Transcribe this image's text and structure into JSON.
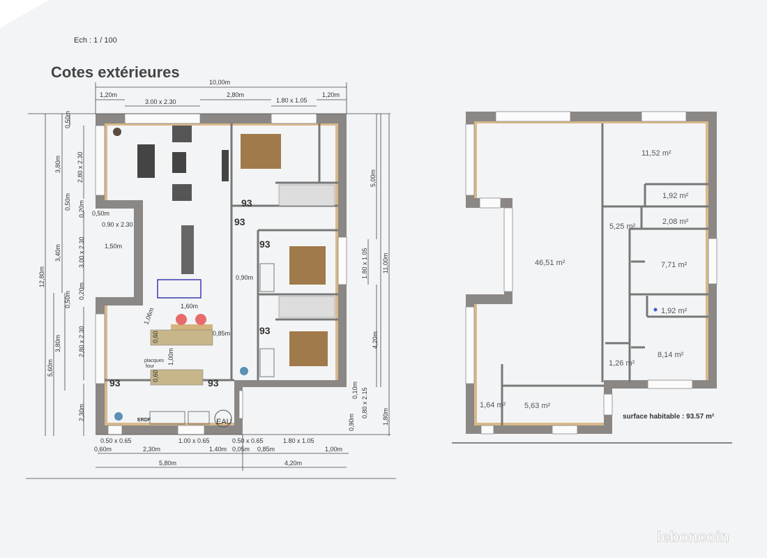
{
  "header": {
    "scale": "Ech : 1 / 100",
    "title": "Cotes extérieures"
  },
  "plan_left": {
    "top_dims": [
      "10,00m",
      "1,20m",
      "3.00 x 2.30",
      "2,80m",
      "1.80 x 1.05",
      "1,20m"
    ],
    "left_dims": [
      "0,50m",
      "3,80m",
      "2,80 x 2.30",
      "0,50m",
      "0,20m",
      "3,40m",
      "3.00 x 2.30",
      "0,20m",
      "0,50m",
      "12,80m",
      "5,60m",
      "3,80m",
      "2,80 x 2.30",
      "2,30m"
    ],
    "right_dims": [
      "5,00m",
      "1.80 x 1.05",
      "11,00m",
      "4,20m",
      "0,10m",
      "0,80 x 2.15",
      "0,90m",
      "1,80m"
    ],
    "bottom_dims": [
      "0.50 x 0.65",
      "0,60m",
      "2,30m",
      "1.00 x 0.65",
      "1.40m",
      "0.50 x 0.65",
      "0,05m",
      "0,85m",
      "1.80 x 1.05",
      "1,00m",
      "5,80m",
      "4,20m"
    ],
    "interior_dims": [
      "0,50m",
      "0.90 x 2.30",
      "1,50m",
      "1,06m",
      "1,60m",
      "0,60",
      "0,85m",
      "1,00m",
      "0,60",
      "0,90m"
    ],
    "markers": [
      "93",
      "93",
      "93",
      "93",
      "93",
      "93"
    ],
    "labels": [
      "placques",
      "four",
      "ERDF",
      "EAU"
    ]
  },
  "plan_right": {
    "rooms": [
      "11,52 m²",
      "1,92 m²",
      "2,08 m²",
      "5,25 m²",
      "46,51 m²",
      "7,71 m²",
      "1,92 m²",
      "8,14 m²",
      "1,26 m²",
      "1,64 m²",
      "5,63 m²"
    ],
    "surface": "surface habitable : 93.57 m²"
  },
  "watermark": "leboncoin",
  "colors": {
    "wall": "#8a8785",
    "insulation": "#d9b98a",
    "parquet": "#a07a4a",
    "annotation": "#3a3ab0"
  }
}
